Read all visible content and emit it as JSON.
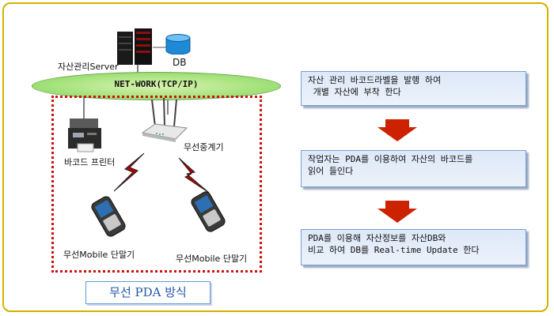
{
  "diagram": {
    "server_label": "자산관리Server",
    "db_label": "DB",
    "network_label": "NET-WORK(TCP/IP)",
    "printer_label": "바코드 프린터",
    "repeater_label": "무선중계기",
    "terminal_left_label": "무선Mobile 단말기",
    "terminal_right_label": "무선Mobile 단말기",
    "method_title": "무선 PDA 방식"
  },
  "steps": [
    {
      "text": "자산 관리 바코드라벨을 발행 하여\n 개별 자산에 부착 한다"
    },
    {
      "text": "작업자는 PDA를 이용하여 자산의 바코드를\n읽어 들인다"
    },
    {
      "text": "PDA를 이용해 자산정보를 자산DB와\n비교 하여 DB를 Real-time Update 한다"
    }
  ],
  "colors": {
    "frame_border": "#d4b000",
    "network_fill": "#a5e27c",
    "zone_border": "#cc1111",
    "arrow_fill": "#cc2200",
    "step_border": "#7aa0d6",
    "method_text": "#2255aa"
  }
}
